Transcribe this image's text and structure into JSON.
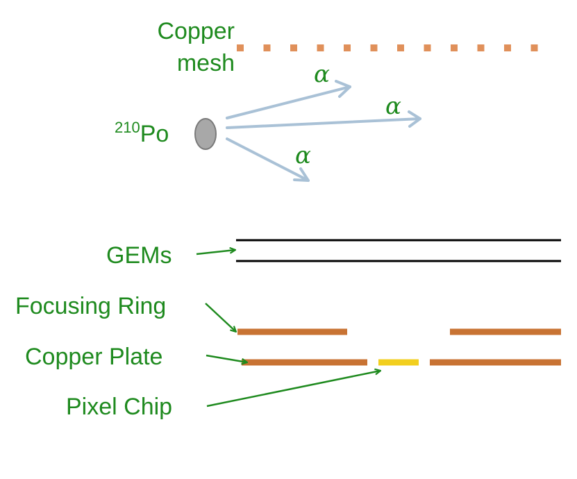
{
  "labels": {
    "copper_mesh_line1": "Copper",
    "copper_mesh_line2": "mesh",
    "source_mass": "210",
    "source_element": "Po",
    "alpha_symbol": "α",
    "gems": "GEMs",
    "focusing_ring": "Focusing Ring",
    "copper_plate": "Copper Plate",
    "pixel_chip": "Pixel Chip"
  },
  "colors": {
    "label_green": "#1e8a1e",
    "mesh_orange": "#e0905a",
    "alpha_arrow_blue": "#a9c1d6",
    "copper_brown": "#c87333",
    "chip_yellow": "#f2cf1f",
    "gem_black": "#000000",
    "source_gray": "#a8a8a8",
    "source_outline": "#7a7a7a"
  }
}
